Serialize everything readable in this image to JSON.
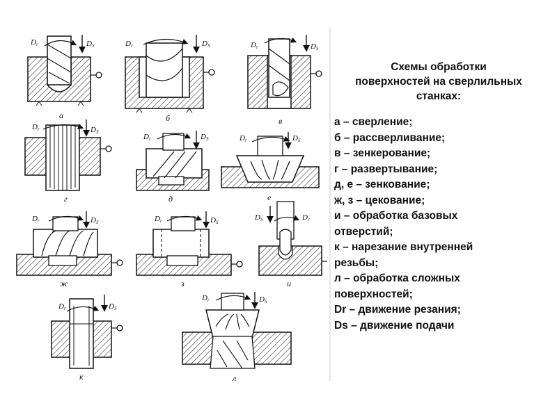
{
  "legend": {
    "title": "Схемы обработки\nповерхностей на сверлильных\nстанках:",
    "items": [
      "а – сверление;",
      "б – рассверливание;",
      "в – зенкерование;",
      "г – развертывание;",
      "д, е – зенкование;",
      "ж, з – цекование;",
      "и – обработка базовых\nотверстий;",
      "к – нарезание внутренней\nрезьбы;",
      "л – обработка сложных\nповерхностей;",
      "Dr – движение резания;",
      "Ds – движение подачи"
    ]
  },
  "motion": {
    "cut": "D",
    "cut_sub": "r",
    "feed": "D",
    "feed_sub": "S"
  },
  "captions": {
    "a": "а",
    "b": "б",
    "v": "в",
    "g": "г",
    "d": "д",
    "e": "е",
    "zh": "ж",
    "z": "з",
    "i": "и",
    "k": "к",
    "l": "л"
  }
}
